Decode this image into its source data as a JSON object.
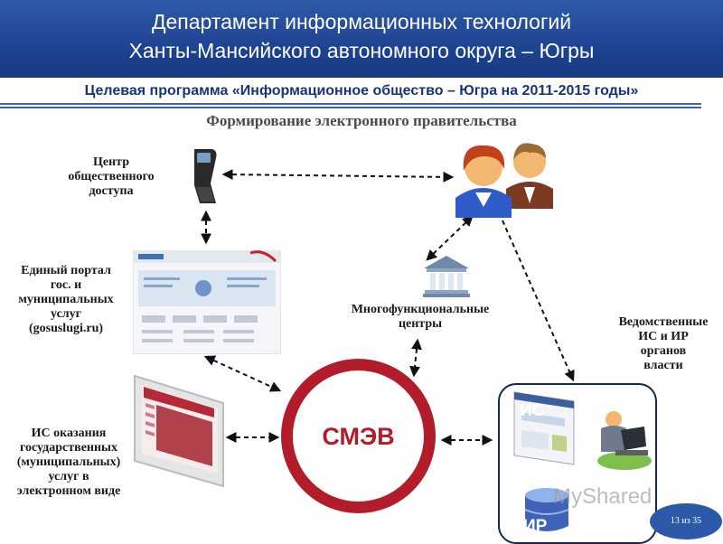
{
  "header": {
    "line1": "Департамент информационных технологий",
    "line2": "Ханты-Мансийского автономного округа – Югры"
  },
  "subtitle": "Целевая программа «Информационное общество – Югра на 2011-2015 годы»",
  "section_title": "Формирование электронного правительства",
  "labels": {
    "access_center": [
      "Центр",
      "общественного",
      "доступа"
    ],
    "portal": [
      "Единый портал",
      "гос. и",
      "муниципальных",
      "услуг",
      "(gosuslugi.ru)"
    ],
    "mfc": [
      "Многофункциональные",
      "центры"
    ],
    "departmental": [
      "Ведомственные",
      "ИС и ИР",
      "органов",
      "власти"
    ],
    "is_services": [
      "ИС оказания",
      "государственных",
      "(муниципальных)",
      "услуг в",
      "электронном виде"
    ]
  },
  "hub": "СМЭВ",
  "box_tags": {
    "is": "ИС",
    "ir": "ИР"
  },
  "pager": "13 из 35",
  "watermark": "MyShared",
  "colors": {
    "header": "#1f4593",
    "accent": "#b31d2b",
    "box_border": "#12265a"
  },
  "icons": [
    "kiosk-icon",
    "users-icon",
    "portal-screenshot",
    "building-icon",
    "monitor-icon",
    "browser-window-icon",
    "worker-icon",
    "database-icon"
  ]
}
